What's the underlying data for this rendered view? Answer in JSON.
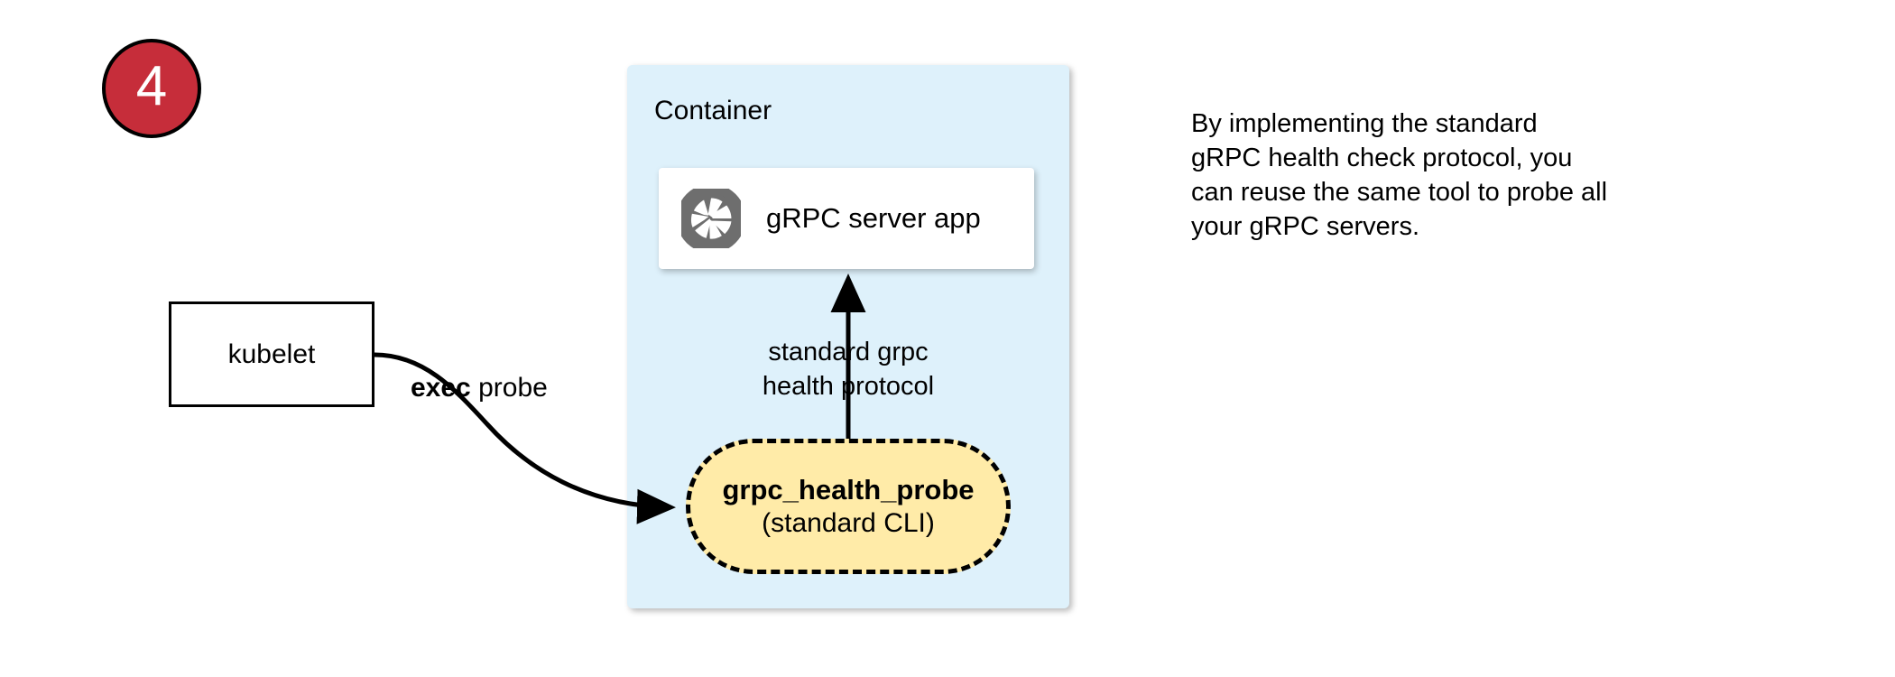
{
  "step": {
    "number": "4",
    "circle_fill": "#C62D3A",
    "circle_border": "#000000",
    "number_color": "#ffffff"
  },
  "kubelet": {
    "label": "kubelet",
    "fill": "#ffffff",
    "border": "#000000"
  },
  "container": {
    "title": "Container",
    "fill": "#DEF1FB"
  },
  "server_card": {
    "label": "gRPC server app",
    "icon": "aperture-icon",
    "icon_color": "#6E6E6E",
    "fill": "#ffffff"
  },
  "probe_node": {
    "title": "grpc_health_probe",
    "subtitle": "(standard CLI)",
    "fill": "#FFEBA8",
    "border_style": "dashed",
    "border_color": "#000000"
  },
  "edges": {
    "exec_probe": {
      "label_bold": "exec",
      "label_rest": " probe",
      "from": "kubelet",
      "to": "grpc_health_probe"
    },
    "protocol": {
      "line1": "standard grpc",
      "line2": "health protocol",
      "from": "grpc_health_probe",
      "to": "gRPC server app"
    }
  },
  "caption": {
    "line1": "By implementing the standard",
    "line2": "gRPC health check protocol, you",
    "line3": "can reuse the same tool to probe all",
    "line4": "your gRPC servers."
  }
}
